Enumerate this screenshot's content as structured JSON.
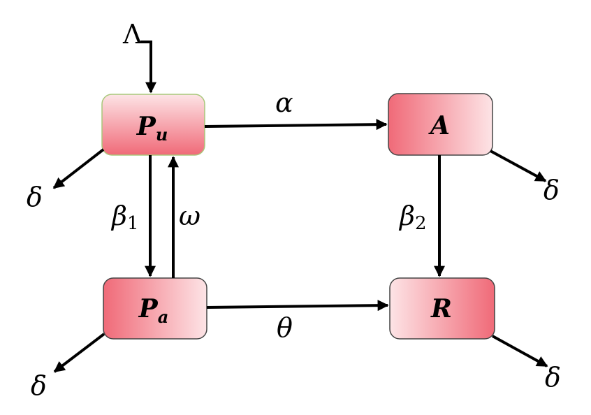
{
  "nodes": {
    "pu": {
      "main": "P",
      "sub": "u"
    },
    "a": {
      "main": "A",
      "sub": ""
    },
    "pa": {
      "main": "P",
      "sub": "a"
    },
    "r": {
      "main": "R",
      "sub": ""
    }
  },
  "edges": {
    "inflow": "Λ",
    "alpha": "α",
    "theta": "θ",
    "beta1": {
      "sym": "β",
      "sub": "1"
    },
    "omega": "ω",
    "beta2": {
      "sym": "β",
      "sub": "2"
    },
    "delta_pu": "δ",
    "delta_a": "δ",
    "delta_pa": "δ",
    "delta_r": "δ"
  },
  "colors": {
    "box_dark": "#f06a78",
    "box_light": "#fde4e6",
    "pu_border": "#a8c87a",
    "border": "#444444",
    "arrow": "#000000"
  }
}
